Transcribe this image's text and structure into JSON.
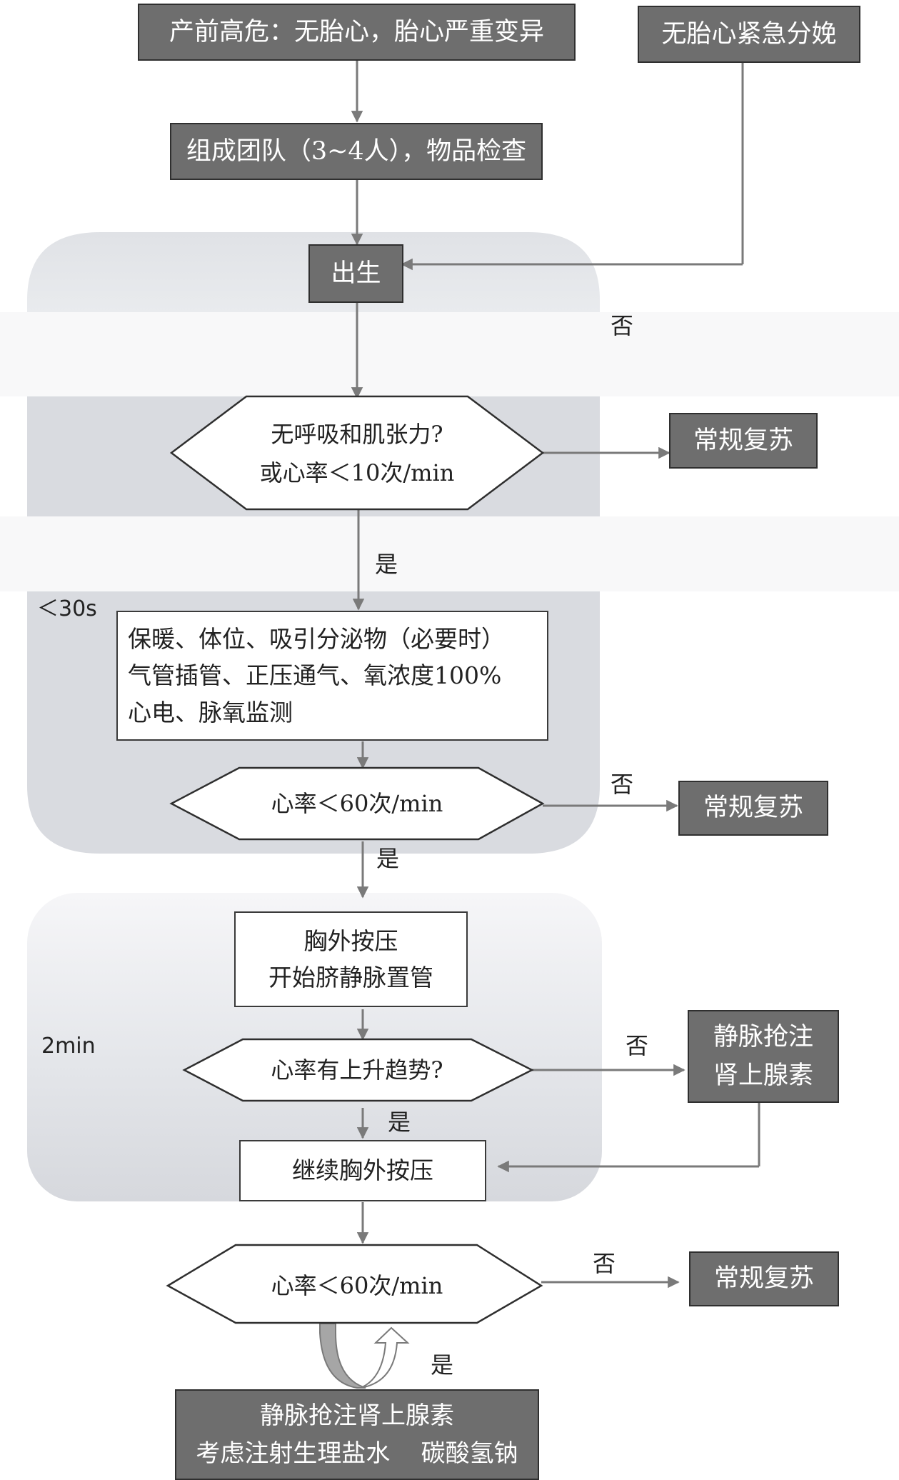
{
  "nodes": {
    "prenatal_risk": "产前高危：无胎心，胎心严重变异",
    "emergency_delivery": "无胎心紧急分娩",
    "team_check": "组成团队（3~4人），物品检查",
    "birth": "出生",
    "q_breathing": [
      "无呼吸和肌张力?",
      "或心率＜10次/min"
    ],
    "routine_1": "常规复苏",
    "steps_30s": [
      "保暖、体位、吸引分泌物（必要时）",
      "气管插管、正压通气、氧浓度100%",
      "心电、脉氧监测"
    ],
    "q_hr_60_a": "心率＜60次/min",
    "routine_2": "常规复苏",
    "compression": [
      "胸外按压",
      "开始脐静脉置管"
    ],
    "q_hr_trend": "心率有上升趋势?",
    "epinephrine_1": [
      "静脉抢注",
      "肾上腺素"
    ],
    "continue_compression": "继续胸外按压",
    "q_hr_60_b": "心率＜60次/min",
    "routine_3": "常规复苏",
    "final_step": [
      "静脉抢注肾上腺素",
      "考虑注射生理盐水    碳酸氢钠"
    ]
  },
  "labels": {
    "no_1": "否",
    "yes_1": "是",
    "no_2": "否",
    "yes_2": "是",
    "no_3": "否",
    "yes_3": "是",
    "no_4": "否",
    "yes_4": "是"
  },
  "phases": {
    "phase_30s": "＜30s",
    "phase_2min": "2min"
  },
  "colors": {
    "dark_box": "#6e6e6e",
    "panel_gray": "#d9dbe0",
    "arrow": "#7a7a7a"
  }
}
